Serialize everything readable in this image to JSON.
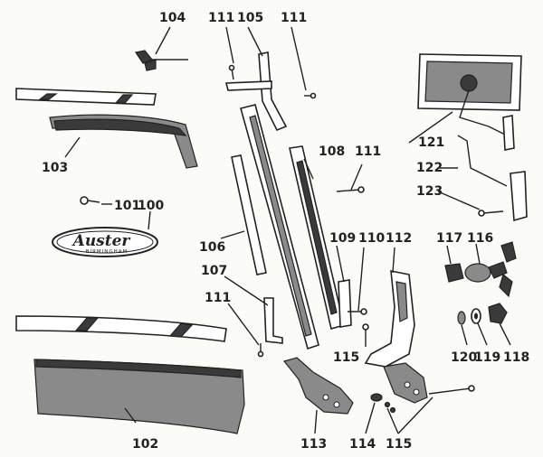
{
  "logo": {
    "brand": "Auster",
    "city": "BIRMINGHAM"
  },
  "callouts": [
    {
      "id": "c100",
      "label": "100"
    },
    {
      "id": "c101",
      "label": "101"
    },
    {
      "id": "c102",
      "label": "102"
    },
    {
      "id": "c103",
      "label": "103"
    },
    {
      "id": "c104",
      "label": "104"
    },
    {
      "id": "c105",
      "label": "105"
    },
    {
      "id": "c106",
      "label": "106"
    },
    {
      "id": "c107",
      "label": "107"
    },
    {
      "id": "c108",
      "label": "108"
    },
    {
      "id": "c109",
      "label": "109"
    },
    {
      "id": "c110",
      "label": "110"
    },
    {
      "id": "c111a",
      "label": "111"
    },
    {
      "id": "c111b",
      "label": "111"
    },
    {
      "id": "c111c",
      "label": "111"
    },
    {
      "id": "c111d",
      "label": "111"
    },
    {
      "id": "c112",
      "label": "112"
    },
    {
      "id": "c113",
      "label": "113"
    },
    {
      "id": "c114",
      "label": "114"
    },
    {
      "id": "c115a",
      "label": "115"
    },
    {
      "id": "c115b",
      "label": "115"
    },
    {
      "id": "c116",
      "label": "116"
    },
    {
      "id": "c117",
      "label": "117"
    },
    {
      "id": "c118",
      "label": "118"
    },
    {
      "id": "c119",
      "label": "119"
    },
    {
      "id": "c120",
      "label": "120"
    },
    {
      "id": "c121",
      "label": "121"
    },
    {
      "id": "c122",
      "label": "122"
    },
    {
      "id": "c123",
      "label": "123"
    }
  ]
}
